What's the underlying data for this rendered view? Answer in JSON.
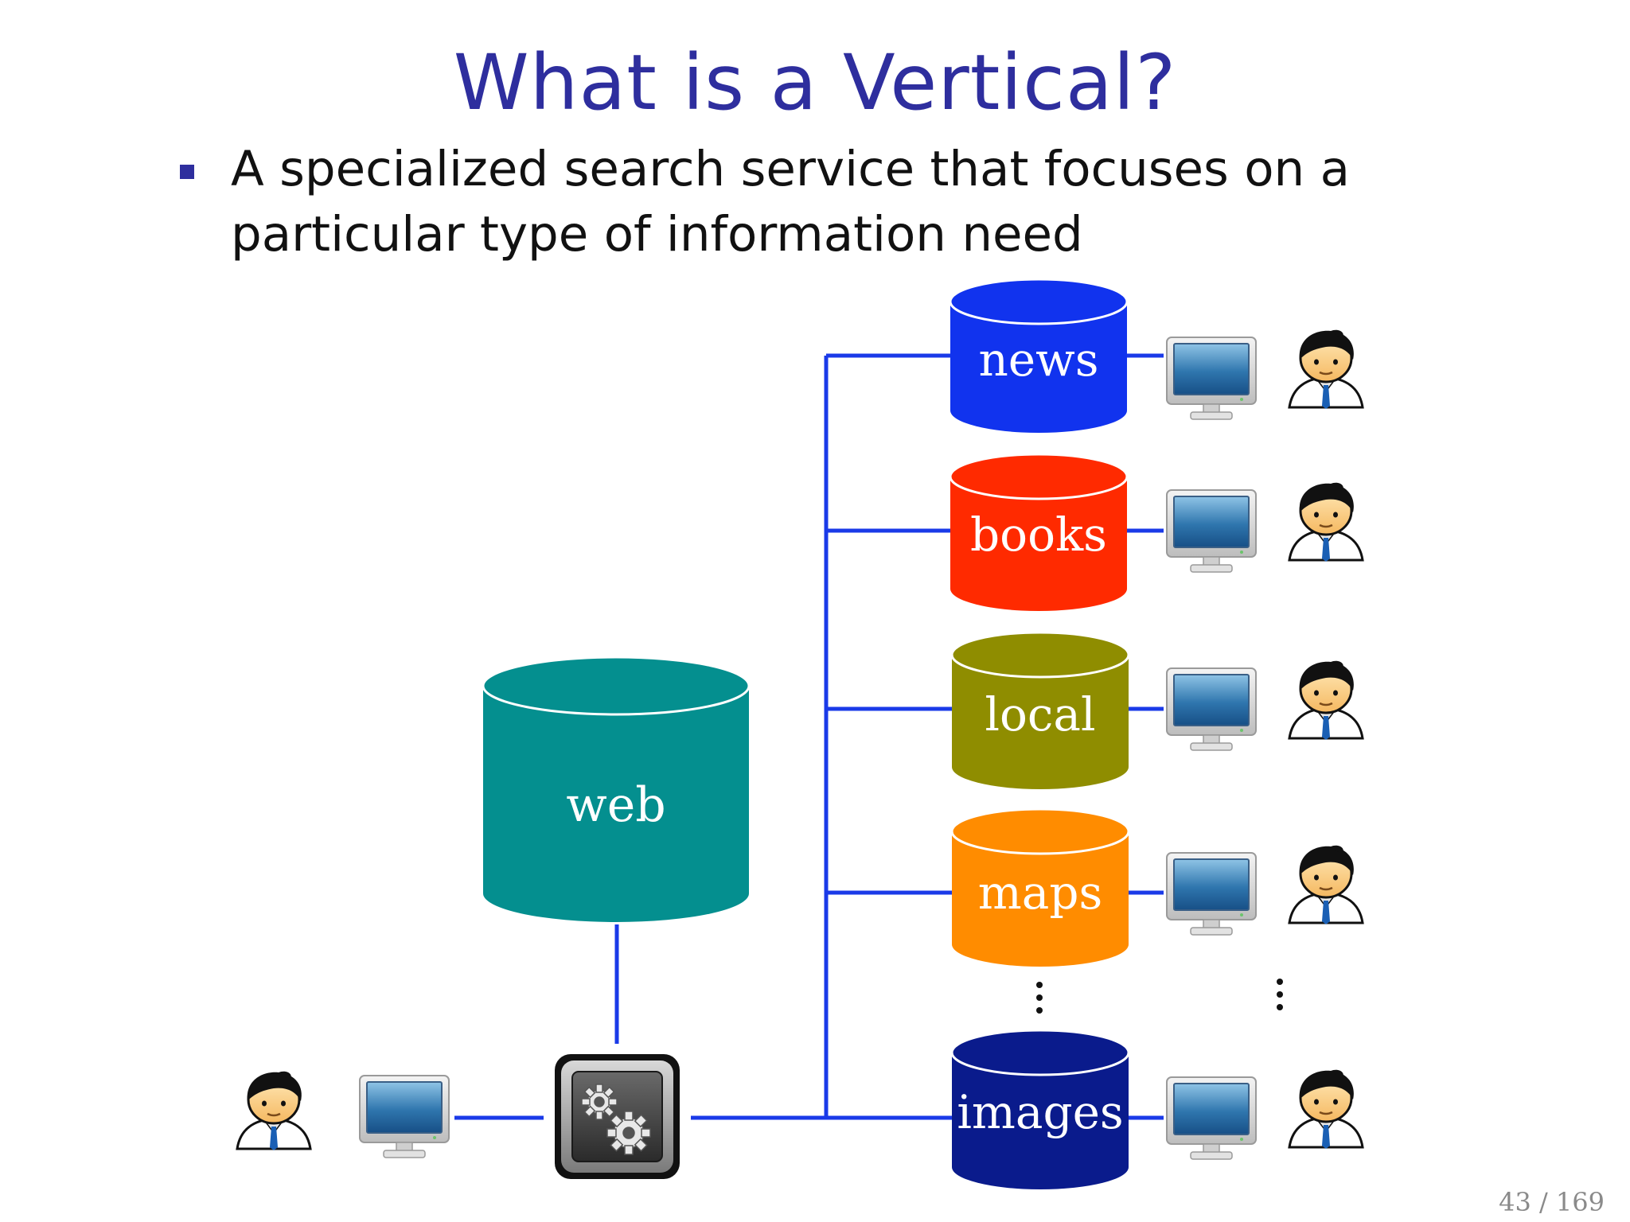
{
  "slide": {
    "title": "What is a Vertical?",
    "bullet": "A specialized search service that focuses on a particular type of information need",
    "page_number": "43 / 169"
  },
  "diagram": {
    "web_label": "web",
    "verticals": [
      {
        "label": "news",
        "color": "#1133ee"
      },
      {
        "label": "books",
        "color": "#ff2a00"
      },
      {
        "label": "local",
        "color": "#8f8d00"
      },
      {
        "label": "maps",
        "color": "#ff8c00"
      },
      {
        "label": "images",
        "color": "#0a1b8c"
      }
    ],
    "web_color": "#048f8f",
    "line_color": "#1a3ae8",
    "icons": [
      "user-icon",
      "monitor-icon",
      "gears-icon"
    ]
  }
}
